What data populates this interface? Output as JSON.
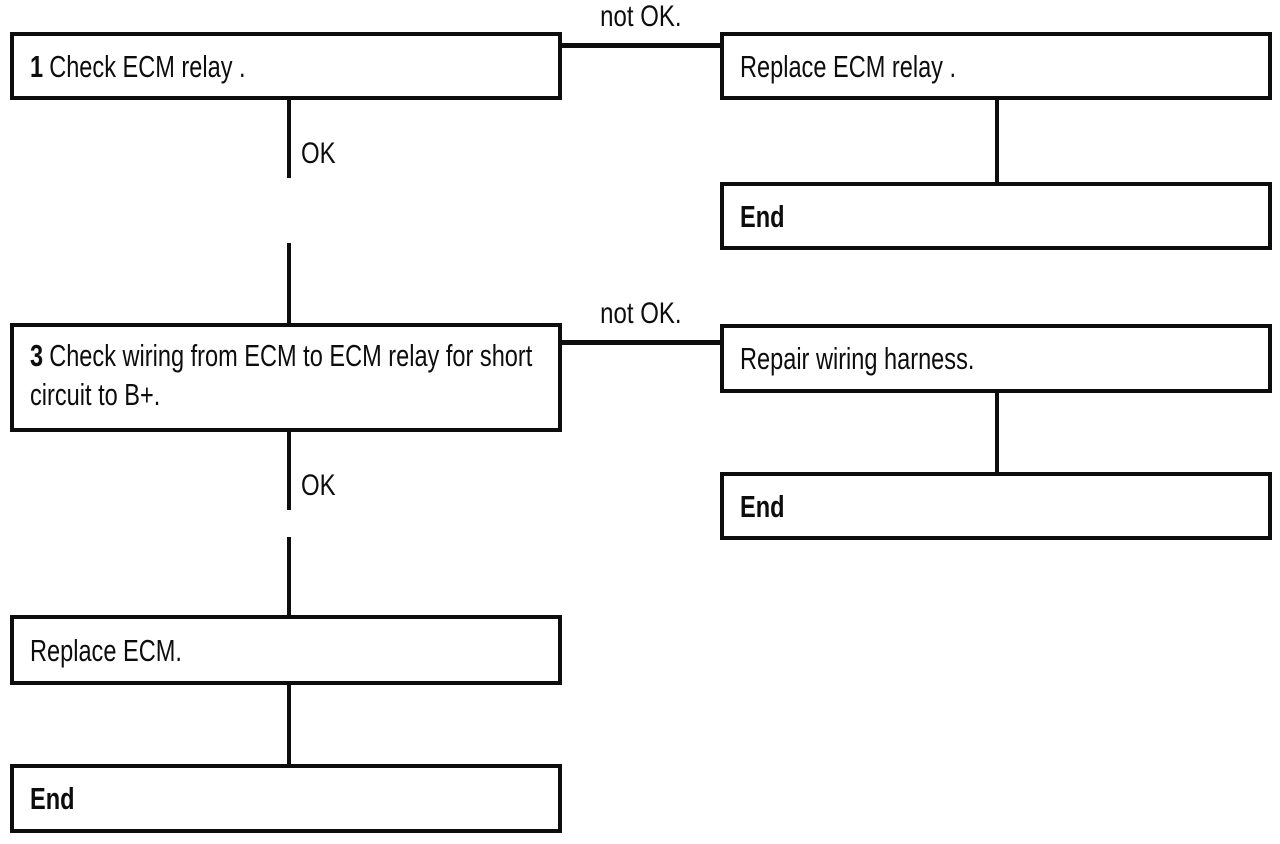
{
  "diagram": {
    "type": "flowchart",
    "subject": "ECM relay diagnostic procedure",
    "nodes": {
      "step1": {
        "number": "1",
        "text": "Check ECM relay ."
      },
      "replace_relay": {
        "text": "Replace ECM relay ."
      },
      "end_right_1": {
        "text": "End"
      },
      "step3": {
        "number": "3",
        "text": "Check wiring from ECM to ECM relay for short circuit to B+."
      },
      "repair_harness": {
        "text": "Repair wiring harness."
      },
      "end_right_2": {
        "text": "End"
      },
      "replace_ecm": {
        "text": "Replace ECM."
      },
      "end_left": {
        "text": "End"
      }
    },
    "labels": {
      "not_ok_1": "not OK.",
      "ok_1": "OK",
      "not_ok_2": "not OK.",
      "ok_2": "OK"
    },
    "edges": [
      {
        "from": "step1",
        "to": "replace_relay",
        "label": "not OK."
      },
      {
        "from": "replace_relay",
        "to": "end_right_1",
        "label": ""
      },
      {
        "from": "step1",
        "to": "step3",
        "label": "OK"
      },
      {
        "from": "step3",
        "to": "repair_harness",
        "label": "not OK."
      },
      {
        "from": "repair_harness",
        "to": "end_right_2",
        "label": ""
      },
      {
        "from": "step3",
        "to": "replace_ecm",
        "label": "OK"
      },
      {
        "from": "replace_ecm",
        "to": "end_left",
        "label": ""
      }
    ],
    "colors": {
      "line": "#0d0d0d",
      "background": "#ffffff"
    }
  }
}
